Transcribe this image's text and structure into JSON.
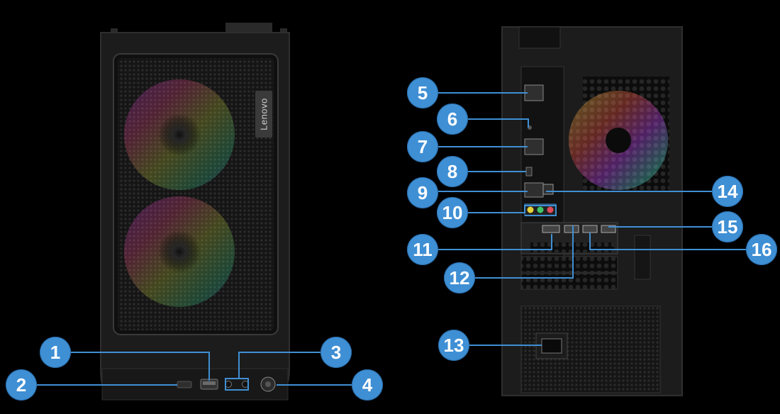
{
  "brand_logo": "Lenovo",
  "colors": {
    "callout": "#3f8fd4",
    "leader_line": "#3f8fd4",
    "chassis": "#1b1b1b",
    "background": "#000000"
  },
  "callouts": {
    "c1": "1",
    "c2": "2",
    "c3": "3",
    "c4": "4",
    "c5": "5",
    "c6": "6",
    "c7": "7",
    "c8": "8",
    "c9": "9",
    "c10": "10",
    "c11": "11",
    "c12": "12",
    "c13": "13",
    "c14": "14",
    "c15": "15",
    "c16": "16"
  },
  "ports_icons": {
    "front": [
      "usb-c-port-icon",
      "usb-a-port-icon",
      "audio-jack-icon",
      "power-button-icon"
    ],
    "rear": [
      "usb-port-icon",
      "ethernet-port-icon",
      "audio-ports-icon",
      "hdmi-port-icon",
      "displayport-icon",
      "power-inlet-icon"
    ]
  }
}
